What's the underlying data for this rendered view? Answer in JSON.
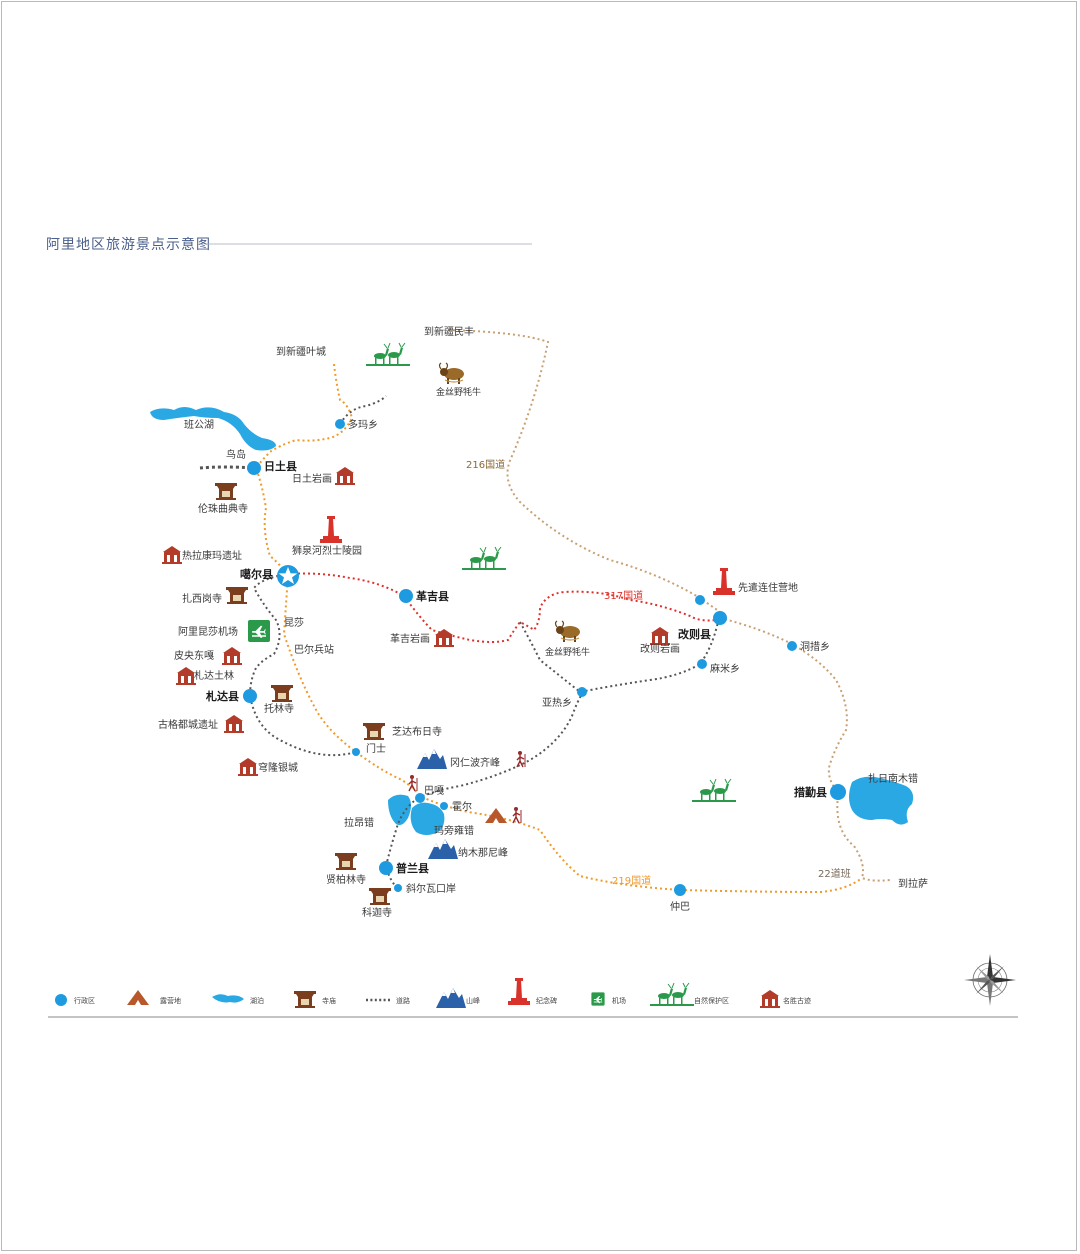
{
  "title": "阿里地区旅游景点示意图",
  "colors": {
    "admin": "#1e9be0",
    "lake": "#2aa8e4",
    "road_orange": "#ef9a2a",
    "road_red": "#e0302a",
    "road_tan": "#c8a073",
    "road_grey": "#555555",
    "temple": "#7a3e1e",
    "mountain": "#2a61a8",
    "monument": "#d9322a",
    "reserve": "#2a9a4a",
    "airport": "#2a9a4a",
    "heritage": "#b23b2a"
  },
  "labels": {
    "to_yecheng": "到新疆叶城",
    "to_minfeng": "到新疆民丰",
    "yak1": "金丝野牦牛",
    "yak2": "金丝野牦牛",
    "road_216": "216国道",
    "road_317": "317国道",
    "road_219": "219国道",
    "duoma": "多玛乡",
    "bangong": "班公湖",
    "niaodao": "鸟岛",
    "ritu": "日土县",
    "ritu_rock": "日土岩画",
    "lunzhu": "伦珠曲典寺",
    "shiquan_cemetery": "狮泉河烈士陵园",
    "relakang": "热拉康玛遗址",
    "gaer": "噶尔县",
    "zhaxigang": "扎西岗寺",
    "kunsha": "昆莎",
    "airport": "阿里昆莎机场",
    "baer": "巴尔兵站",
    "piyang": "皮央东嘎",
    "zhadatulin": "札达土林",
    "zhada": "札达县",
    "tuolin": "托林寺",
    "guge": "古格都城遗址",
    "zhidabu": "芝达布日寺",
    "menshi": "门士",
    "qionglong": "穹隆银城",
    "gangrenboqi": "冈仁波齐峰",
    "bagga": "巴嘎",
    "huoer": "霍尔",
    "laangcuo": "拉昂错",
    "mapang": "玛旁雍错",
    "naimunani": "纳木那尼峰",
    "pulan": "普兰县",
    "xianbolin": "贤柏林寺",
    "xieerwa": "斜尔瓦口岸",
    "kejia": "科迦寺",
    "geji": "革吉县",
    "geji_rock": "革吉岩画",
    "yare": "亚热乡",
    "xianqian": "先遣连住营地",
    "gaize": "改则县",
    "gaize_rock": "改则岩画",
    "mami": "麻米乡",
    "dongcuo": "洞措乡",
    "cuoqin": "措勤县",
    "zharinan": "扎日南木错",
    "road_22": "22道班",
    "to_lhasa": "到拉萨",
    "zhongba": "仲巴"
  },
  "legend": [
    {
      "icon": "admin-icon",
      "label": "行政区"
    },
    {
      "icon": "campsite-icon",
      "label": "露营地"
    },
    {
      "icon": "lake-icon",
      "label": "湖泊"
    },
    {
      "icon": "temple-icon",
      "label": "寺庙"
    },
    {
      "icon": "road-icon",
      "label": "道路"
    },
    {
      "icon": "mountain-icon",
      "label": "山峰"
    },
    {
      "icon": "monument-icon",
      "label": "纪念碑"
    },
    {
      "icon": "airport-icon",
      "label": "机场"
    },
    {
      "icon": "reserve-icon",
      "label": "自然保护区"
    },
    {
      "icon": "heritage-icon",
      "label": "名胜古迹"
    }
  ]
}
